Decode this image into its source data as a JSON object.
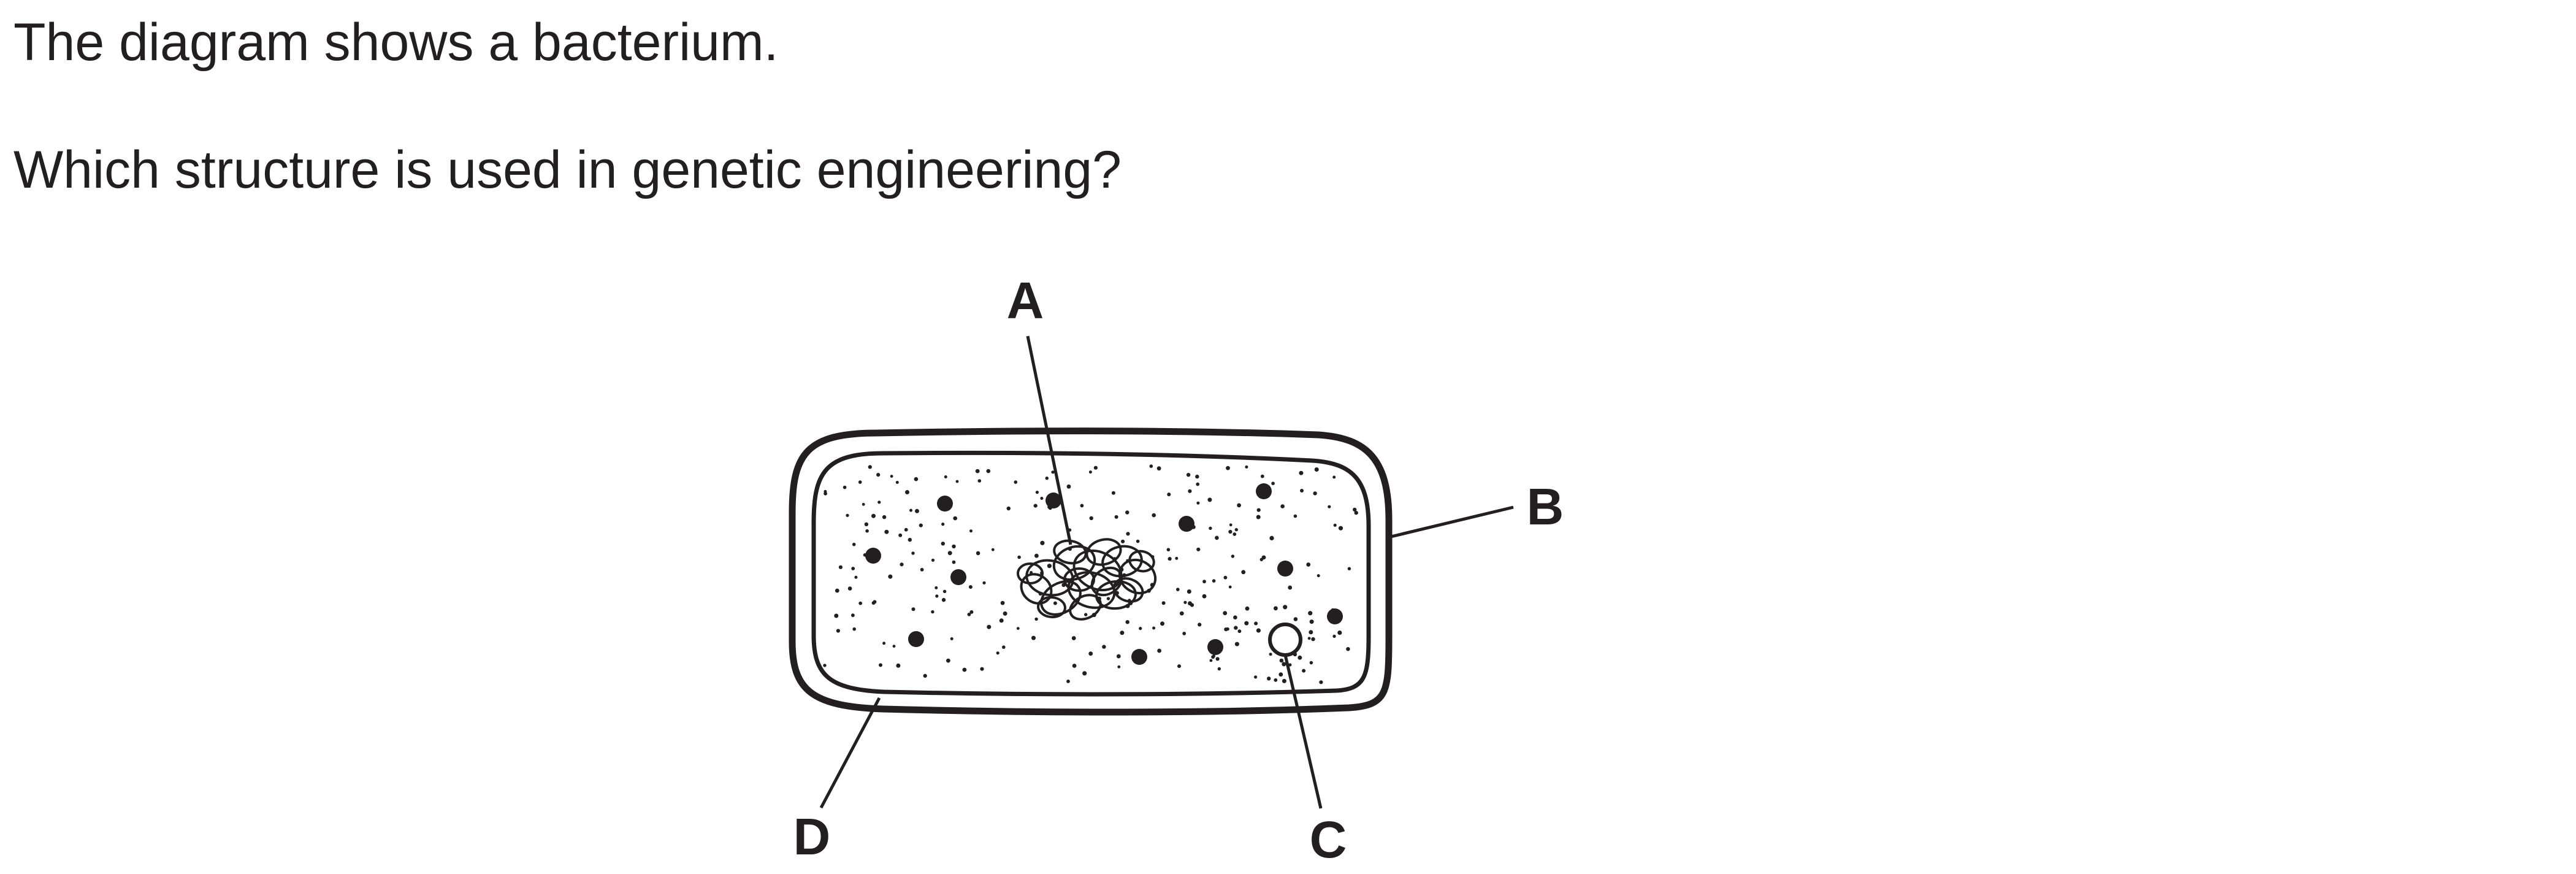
{
  "question": {
    "intro": "The diagram shows a bacterium.",
    "prompt": "Which structure is used in genetic engineering?"
  },
  "diagram": {
    "labels": {
      "a": "A",
      "b": "B",
      "c": "C",
      "d": "D"
    },
    "colors": {
      "ink": "#231f20",
      "background": "#ffffff"
    }
  }
}
